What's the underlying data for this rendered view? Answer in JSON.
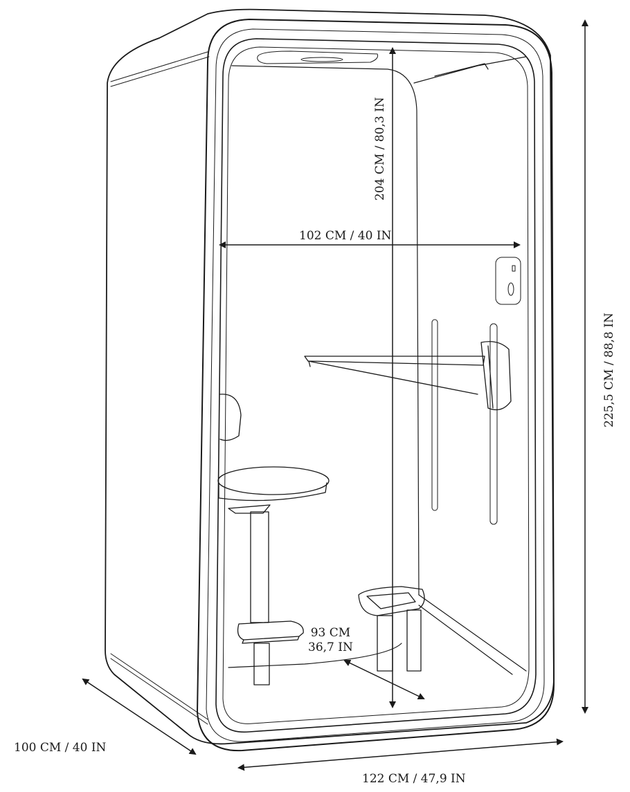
{
  "diagram": {
    "subject": "phone booth pod with stool and desk",
    "colors": {
      "line": "#1a1a1a",
      "background": "#ffffff"
    },
    "dimensions": {
      "interior_height": "204 CM / 80,3 IN",
      "interior_width": "102 CM / 40 IN",
      "exterior_height": "225,5 CM / 88,8 IN",
      "interior_depth_line1": "93 CM",
      "interior_depth_line2": "36,7 IN",
      "exterior_depth": "100 CM / 40 IN",
      "exterior_width": "122 CM / 47,9 IN"
    },
    "components": [
      "booth-shell",
      "door-frame",
      "ceiling-light",
      "wall-panel-switch",
      "desk-shelf",
      "stool-seat",
      "stool-footrest",
      "floor-footrest",
      "wall-rails"
    ]
  }
}
